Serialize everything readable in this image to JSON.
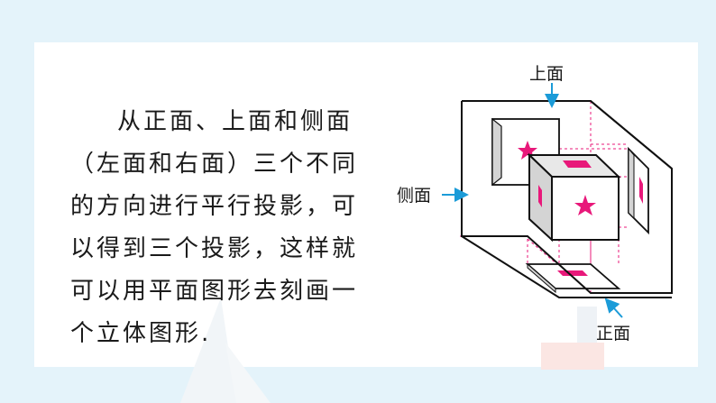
{
  "text": {
    "paragraph": "从正面、上面和侧面（左面和右面）三个不同的方向进行平行投影，可以得到三个投影，这样就可以用平面图形去刻画一个立体图形."
  },
  "diagram": {
    "labels": {
      "top": "上面",
      "side": "侧面",
      "front": "正面"
    },
    "colors": {
      "accent": "#e8187a",
      "arrow": "#1b9bd8",
      "cube_side": "#d4d4d4",
      "cube_top": "#e8e8e8",
      "outline": "#111111"
    }
  }
}
